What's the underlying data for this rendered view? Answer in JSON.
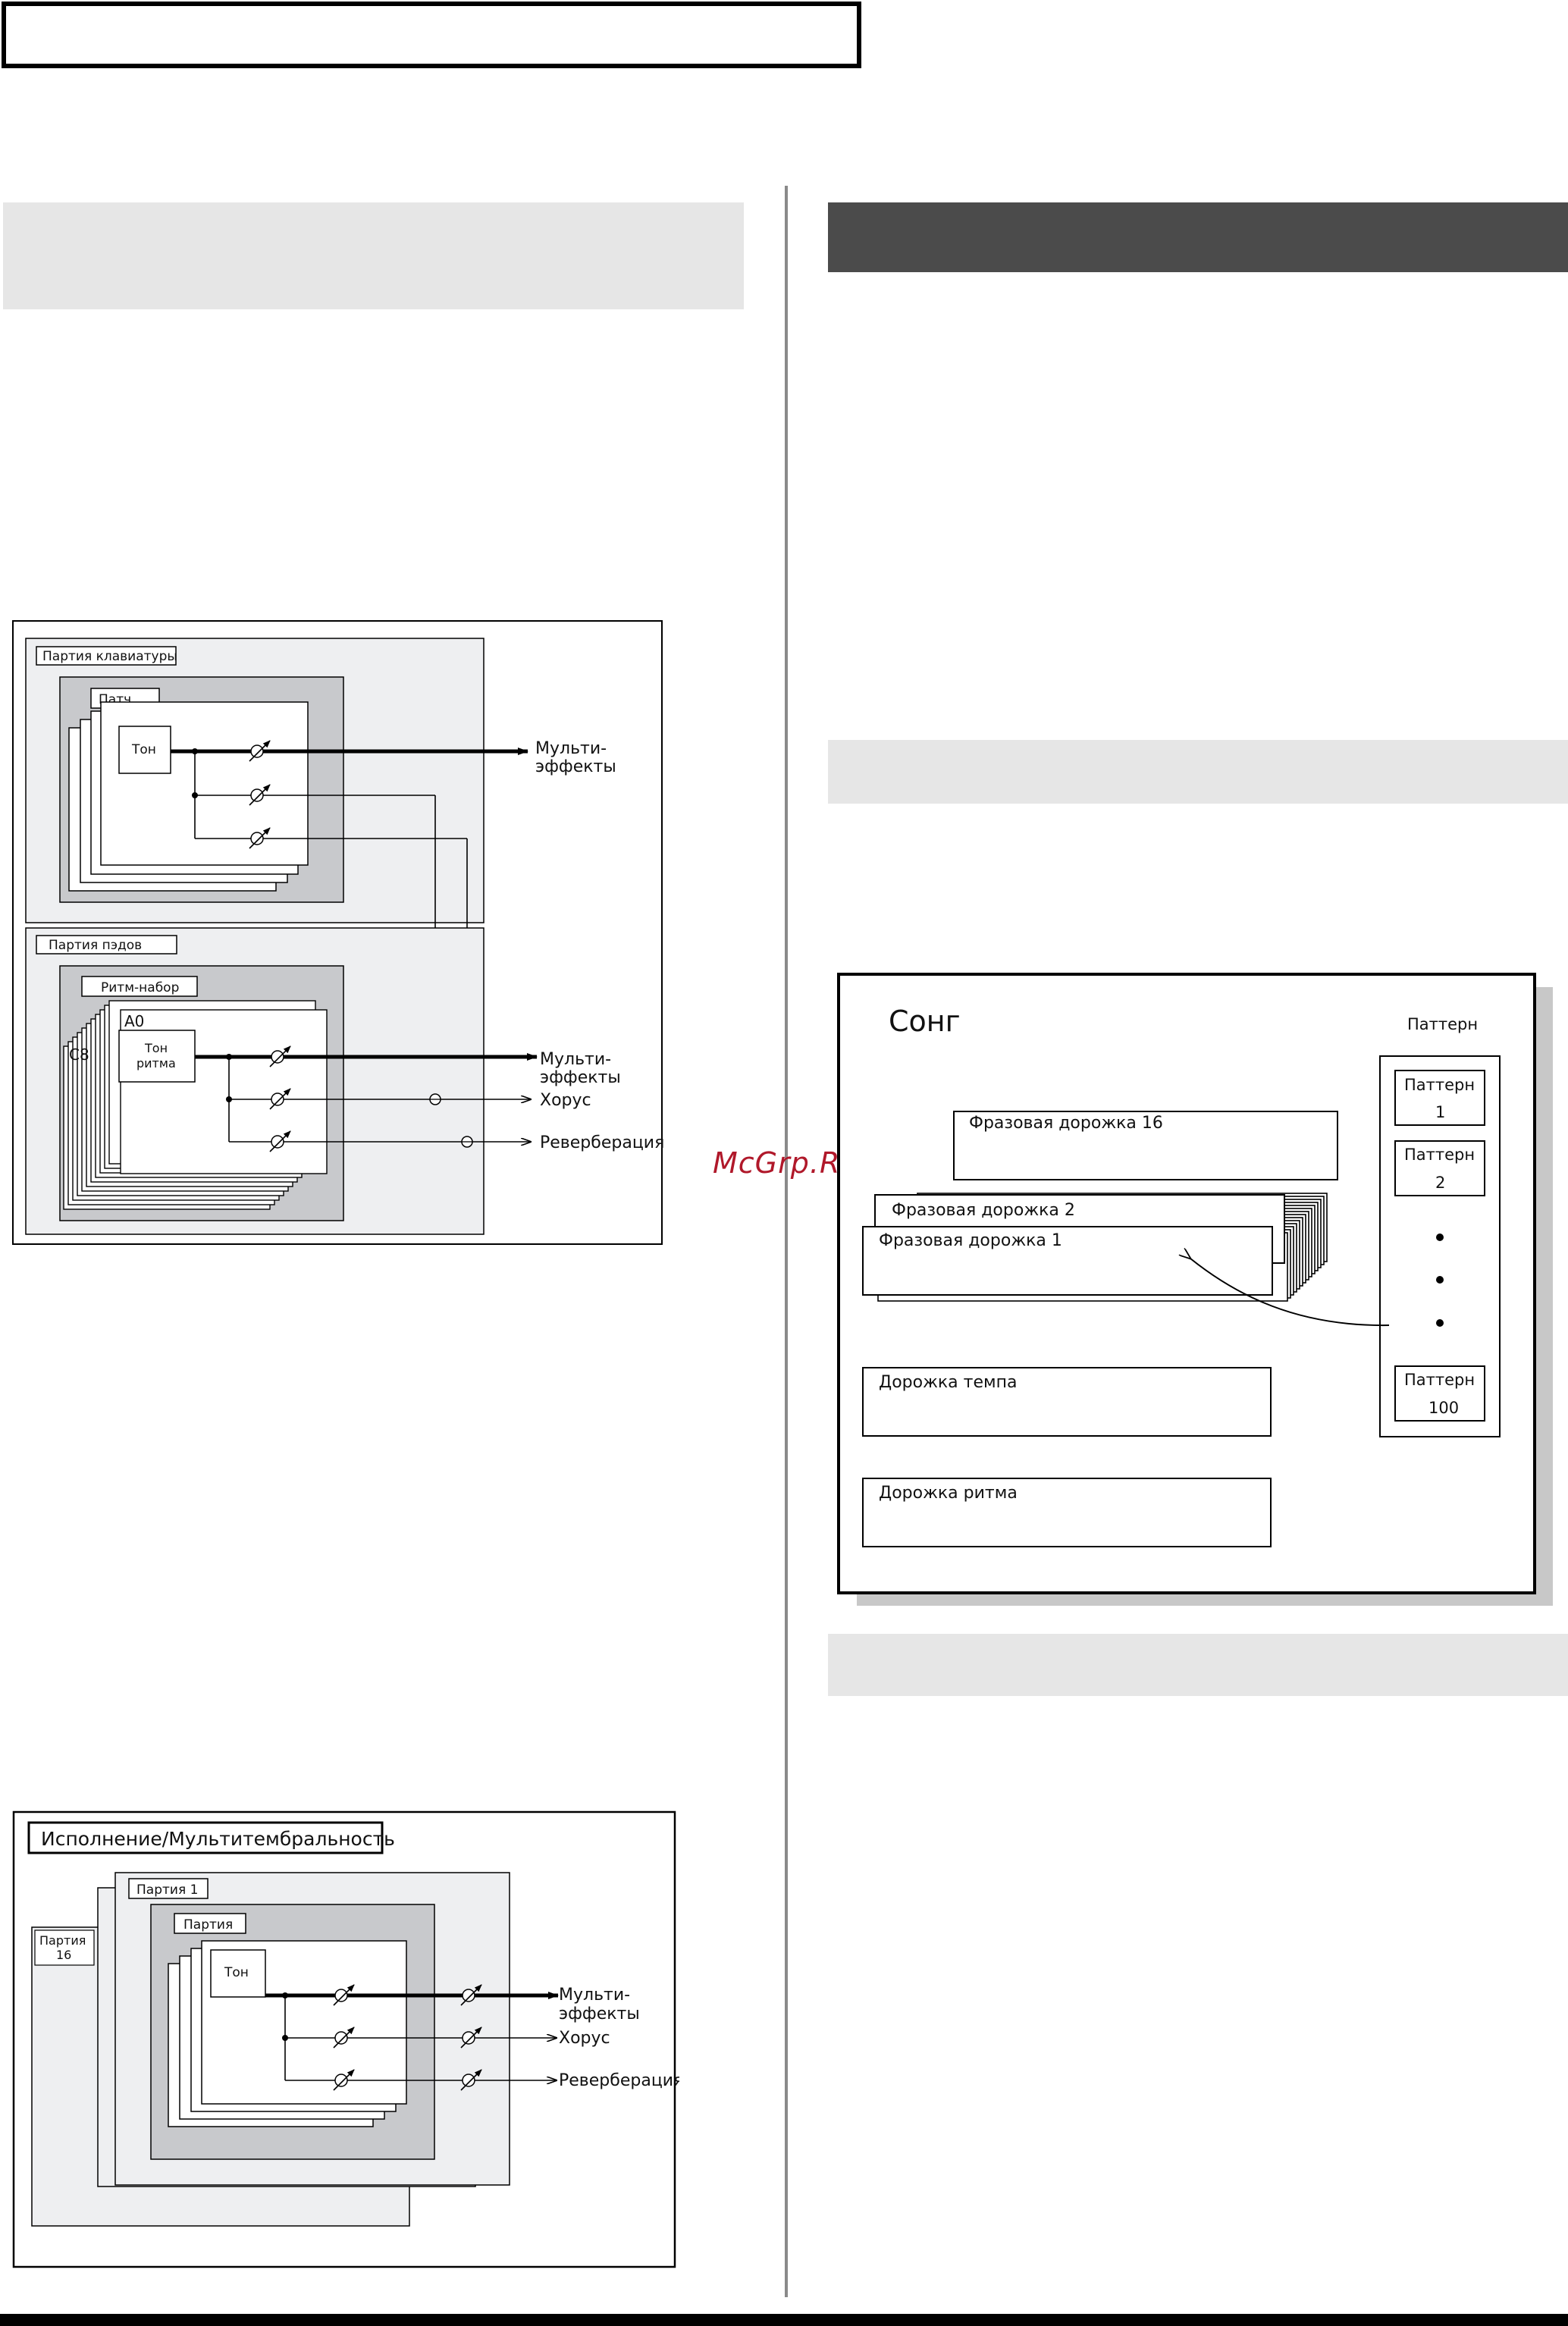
{
  "page": {
    "watermark": "McGrp.Ru"
  },
  "diagram1": {
    "keyboard_part": "Партия клавиатуры",
    "patch": "Патч",
    "tone": "Тон",
    "multi_fx_line1": "Мульти-",
    "multi_fx_line2": "эффекты",
    "pad_part": "Партия пэдов",
    "rhythm_set": "Ритм-набор",
    "a0": "A0",
    "c8": "C8",
    "rhythm_tone_line1": "Тон",
    "rhythm_tone_line2": "ритма",
    "multi_fx2_line1": "Мульти-",
    "multi_fx2_line2": "эффекты",
    "chorus": "Хорус",
    "reverb": "Реверберация"
  },
  "diagram2": {
    "song": "Сонг",
    "pattern_header": "Паттерн",
    "phrase_16": "Фразовая дорожка 16",
    "phrase_2": "Фразовая дорожка 2",
    "phrase_1": "Фразовая дорожка 1",
    "tempo_track": "Дорожка темпа",
    "rhythm_track": "Дорожка ритма",
    "pattern1_line1": "Паттерн",
    "pattern1_line2": "1",
    "pattern2_line1": "Паттерн",
    "pattern2_line2": "2",
    "pattern100_line1": "Паттерн",
    "pattern100_line2": "100"
  },
  "diagram3": {
    "title": "Исполнение/Мультитембральность",
    "part16_line1": "Партия",
    "part16_line2": "16",
    "part1": "Партия 1",
    "part": "Партия",
    "tone": "Тон",
    "multi_fx_line1": "Мульти-",
    "multi_fx_line2": "эффекты",
    "chorus": "Хорус",
    "reverb": "Реверберация"
  }
}
